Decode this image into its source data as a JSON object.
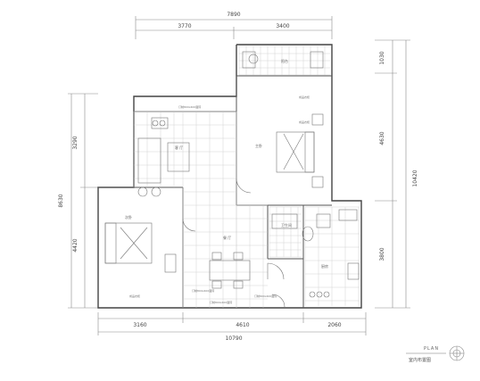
{
  "dimensions": {
    "top_total": "7890",
    "top_left": "3770",
    "top_right": "3400",
    "left_top": "3290",
    "left_total": "8630",
    "left_bottom": "4420",
    "right_top": "1030",
    "right_mid": "4630",
    "right_total": "10420",
    "right_bottom": "3800",
    "bottom_left": "3160",
    "bottom_mid": "4610",
    "bottom_right": "2060",
    "bottom_total": "10790"
  },
  "rooms": {
    "balcony": "阳台",
    "living": "客 厅",
    "master": "主卧",
    "second": "次卧",
    "dining": "餐 厅",
    "kitchen": "厨房",
    "bath": "卫生间"
  },
  "notes": {
    "n1": "订制800x400面砖",
    "n2": "成品衣柜",
    "n3": "成品衣柜",
    "n4": "订制800x400面砖",
    "n5": "成品衣柜",
    "n6": "订制800x400面砖",
    "n7": "订制800x400面砖"
  },
  "caption": {
    "brand": "PLAN",
    "title": "室内布置图"
  }
}
